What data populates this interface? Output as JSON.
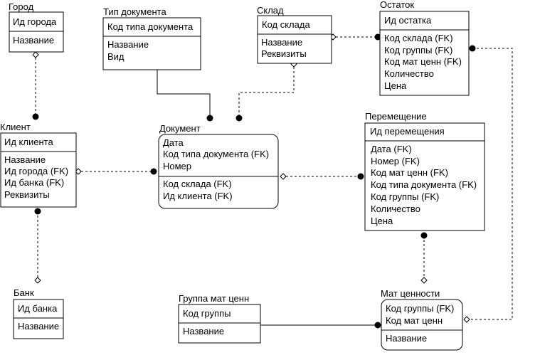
{
  "entities": {
    "city": {
      "title": "Город",
      "keys": [
        "Ид города"
      ],
      "attrs": [
        "Название"
      ]
    },
    "doctype": {
      "title": "Тип документа",
      "keys": [
        "Код типа документа"
      ],
      "attrs": [
        "Название",
        "Вид"
      ]
    },
    "warehouse": {
      "title": "Склад",
      "keys": [
        "Код склада"
      ],
      "attrs": [
        "Название",
        "Реквизиты"
      ]
    },
    "balance": {
      "title": "Остаток",
      "keys": [
        "Ид остатка"
      ],
      "attrs": [
        "Код склада (FK)",
        "Код группы (FK)",
        "Код мат ценн (FK)",
        "Количество",
        "Цена"
      ]
    },
    "client": {
      "title": "Клиент",
      "keys": [
        "Ид клиента"
      ],
      "attrs": [
        "Название",
        "Ид города (FK)",
        "Ид банка (FK)",
        "Реквизиты"
      ]
    },
    "document": {
      "title": "Документ",
      "keys": [
        "Дата",
        "Код типа документа (FK)",
        "Номер"
      ],
      "attrs": [
        "Код склада (FK)",
        "Ид клиента (FK)"
      ]
    },
    "movement": {
      "title": "Перемещение",
      "keys": [
        "Ид перемещения"
      ],
      "attrs": [
        "Дата (FK)",
        "Номер (FK)",
        "Код мат ценн (FK)",
        "Код типа документа (FK)",
        "Код группы (FK)",
        "Количество",
        "Цена"
      ]
    },
    "bank": {
      "title": "Банк",
      "keys": [
        "Ид банка"
      ],
      "attrs": [
        "Название"
      ]
    },
    "matgroup": {
      "title": "Группа мат ценн",
      "keys": [
        "Код группы"
      ],
      "attrs": [
        "Название"
      ]
    },
    "valuables": {
      "title": "Мат ценности",
      "keys": [
        "Код группы (FK)",
        "Код мат ценн"
      ],
      "attrs": [
        "Название"
      ]
    }
  }
}
